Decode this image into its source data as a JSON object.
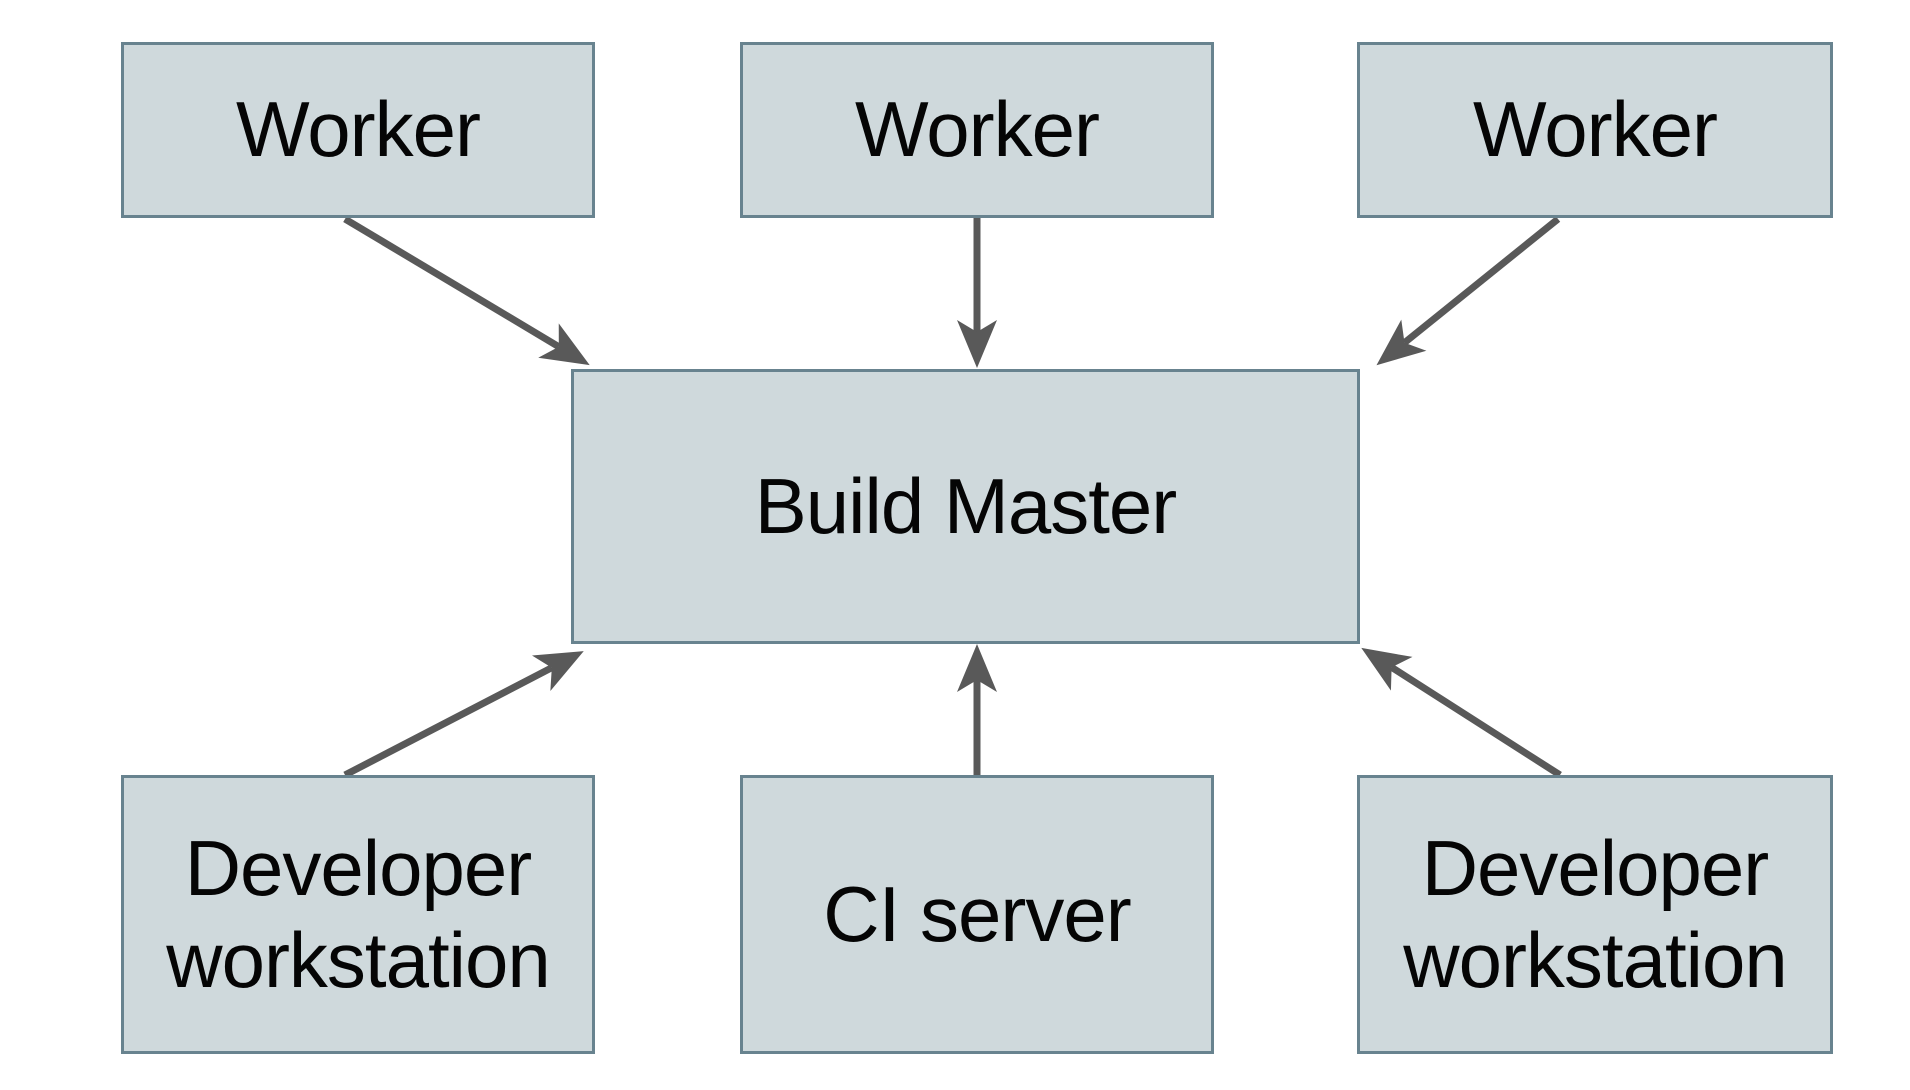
{
  "diagram": {
    "type": "architecture-diagram",
    "colors": {
      "background": "#ffffff",
      "node_fill": "#cfd9dc",
      "node_border": "#68838f",
      "arrow": "#595959",
      "text": "#050505"
    },
    "nodes": [
      {
        "id": "worker-1",
        "label": "Worker",
        "row": "top"
      },
      {
        "id": "worker-2",
        "label": "Worker",
        "row": "top"
      },
      {
        "id": "worker-3",
        "label": "Worker",
        "row": "top"
      },
      {
        "id": "build-master",
        "label": "Build Master",
        "row": "middle"
      },
      {
        "id": "developer-workstation-left",
        "label": "Developer workstation",
        "row": "bottom"
      },
      {
        "id": "ci-server",
        "label": "CI server",
        "row": "bottom"
      },
      {
        "id": "developer-workstation-right",
        "label": "Developer workstation",
        "row": "bottom"
      }
    ],
    "edges": [
      {
        "from": "worker-1",
        "to": "build-master",
        "direction": "down-right"
      },
      {
        "from": "worker-2",
        "to": "build-master",
        "direction": "down"
      },
      {
        "from": "worker-3",
        "to": "build-master",
        "direction": "down-left"
      },
      {
        "from": "developer-workstation-left",
        "to": "build-master",
        "direction": "up-right"
      },
      {
        "from": "ci-server",
        "to": "build-master",
        "direction": "up"
      },
      {
        "from": "developer-workstation-right",
        "to": "build-master",
        "direction": "up-left"
      }
    ]
  }
}
